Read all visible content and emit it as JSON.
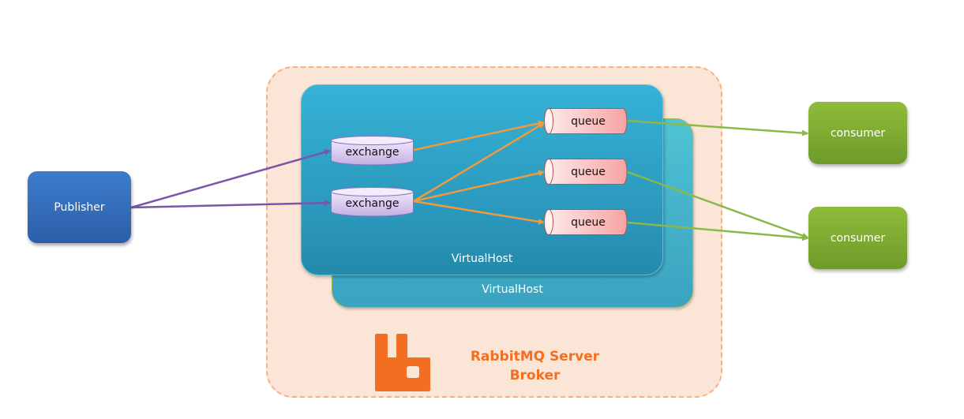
{
  "diagram": {
    "publisher": {
      "label": "Publisher"
    },
    "broker": {
      "title_line1": "RabbitMQ Server",
      "title_line2": "Broker",
      "logo": "rabbitmq-logo-icon",
      "virtual_hosts": [
        {
          "label": "VirtualHost"
        },
        {
          "label": "VirtualHost"
        }
      ],
      "exchanges": [
        {
          "label": "exchange"
        },
        {
          "label": "exchange"
        }
      ],
      "queues": [
        {
          "label": "queue"
        },
        {
          "label": "queue"
        },
        {
          "label": "queue"
        }
      ]
    },
    "consumers": [
      {
        "label": "consumer"
      },
      {
        "label": "consumer"
      }
    ],
    "edges": [
      {
        "from": "publisher",
        "to": "exchange-1"
      },
      {
        "from": "publisher",
        "to": "exchange-2"
      },
      {
        "from": "exchange-1",
        "to": "queue-1"
      },
      {
        "from": "exchange-2",
        "to": "queue-1"
      },
      {
        "from": "exchange-2",
        "to": "queue-2"
      },
      {
        "from": "exchange-2",
        "to": "queue-3"
      },
      {
        "from": "queue-1",
        "to": "consumer-1"
      },
      {
        "from": "queue-2",
        "to": "consumer-2"
      },
      {
        "from": "queue-3",
        "to": "consumer-2"
      }
    ],
    "colors": {
      "publisher_edge": "#7a56a8",
      "exchange_edge": "#f09a3e",
      "consumer_edge": "#8ab84a",
      "brand": "#f26f21",
      "broker_fill": "#fbe5d6",
      "broker_border": "#f4b183"
    }
  }
}
